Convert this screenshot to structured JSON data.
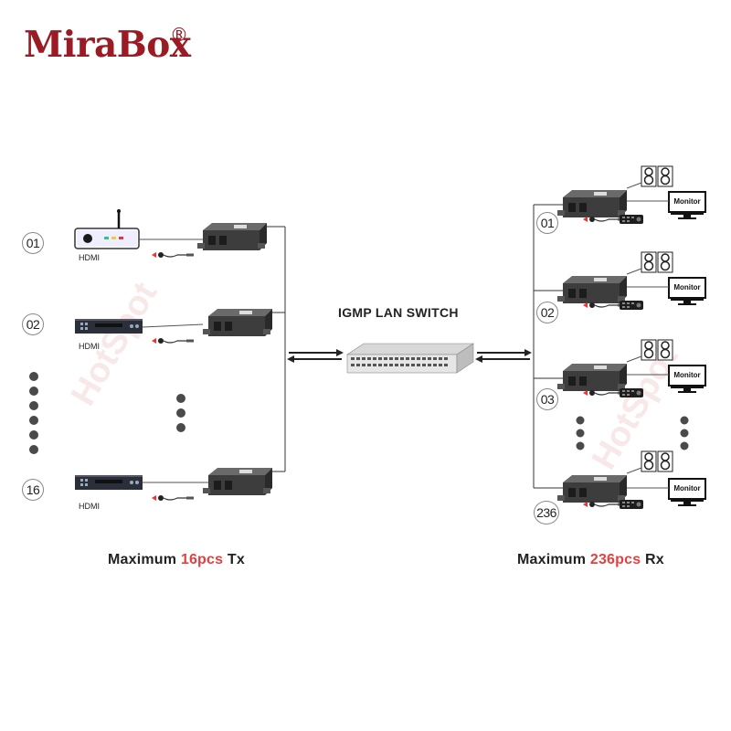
{
  "brand": {
    "name": "MiraBox",
    "registered": "®"
  },
  "watermark": "HotSpot",
  "tx": {
    "sources": [
      {
        "number": "01",
        "label": "HDMI",
        "device": "router-icon"
      },
      {
        "number": "02",
        "label": "HDMI",
        "device": "media-player-icon"
      },
      {
        "number": "16",
        "label": "HDMI",
        "device": "media-player-icon"
      }
    ],
    "caption_prefix": "Maximum ",
    "caption_highlight": "16pcs",
    "caption_suffix": " Tx"
  },
  "switch": {
    "label": "IGMP LAN SWITCH"
  },
  "rx": {
    "receivers": [
      {
        "number": "01",
        "monitor_label": "Monitor"
      },
      {
        "number": "02",
        "monitor_label": "Monitor"
      },
      {
        "number": "03",
        "monitor_label": "Monitor"
      },
      {
        "number": "236",
        "monitor_label": "Monitor"
      }
    ],
    "caption_prefix": "Maximum ",
    "caption_highlight": "236pcs",
    "caption_suffix": " Rx"
  },
  "colors": {
    "brand": "#9b1b24",
    "highlight": "#e1413f",
    "device": "#3d3d3d"
  }
}
